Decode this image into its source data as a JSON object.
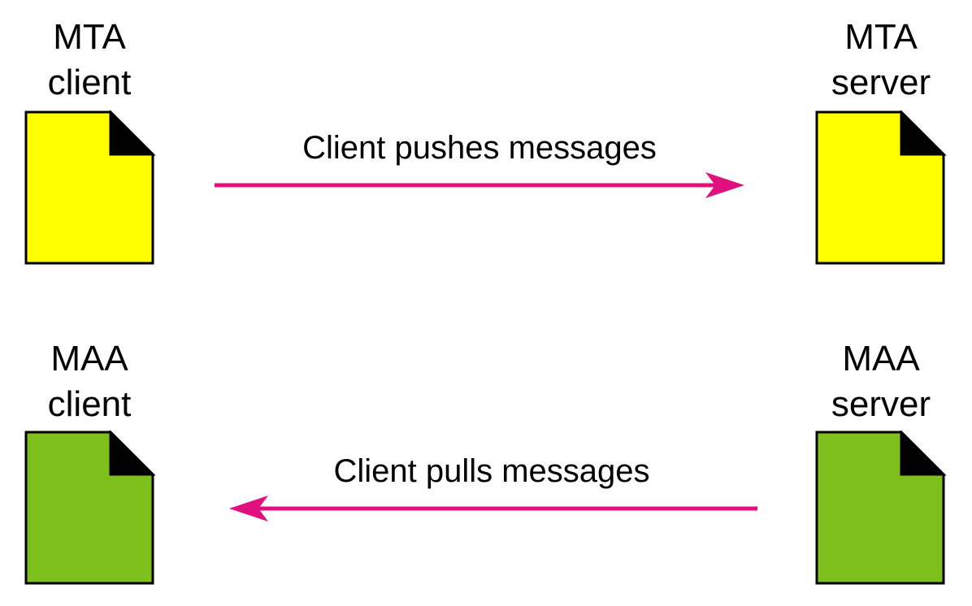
{
  "colors": {
    "mta_fill": "#ffff00",
    "maa_fill": "#7ec01b",
    "arrow": "#e0107e",
    "corner": "#000000"
  },
  "mta_client": {
    "line1": "MTA",
    "line2": "client"
  },
  "mta_server": {
    "line1": "MTA",
    "line2": "server"
  },
  "maa_client": {
    "line1": "MAA",
    "line2": "client"
  },
  "maa_server": {
    "line1": "MAA",
    "line2": "server"
  },
  "push_arrow": {
    "label": "Client pushes messages"
  },
  "pull_arrow": {
    "label": "Client pulls messages"
  }
}
